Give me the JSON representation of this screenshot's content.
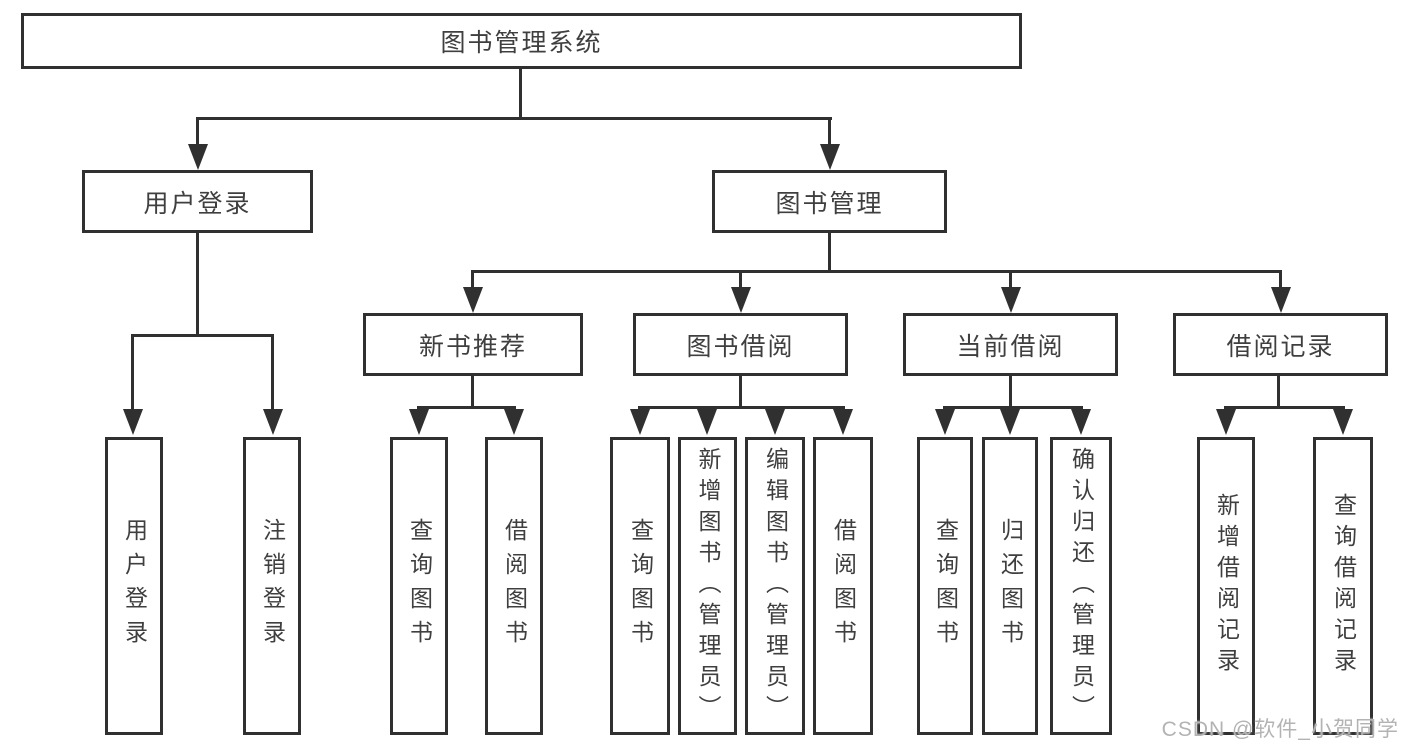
{
  "tree": {
    "root": {
      "label": "图书管理系统"
    },
    "children": [
      {
        "label": "用户登录",
        "children": [
          {
            "label": "用户登录"
          },
          {
            "label": "注销登录"
          }
        ]
      },
      {
        "label": "图书管理",
        "children": [
          {
            "label": "新书推荐",
            "children": [
              {
                "label": "查询图书"
              },
              {
                "label": "借阅图书"
              }
            ]
          },
          {
            "label": "图书借阅",
            "children": [
              {
                "label": "查询图书"
              },
              {
                "label": "新增图书（管理员）"
              },
              {
                "label": "编辑图书（管理员）"
              },
              {
                "label": "借阅图书"
              }
            ]
          },
          {
            "label": "当前借阅",
            "children": [
              {
                "label": "查询图书"
              },
              {
                "label": "归还图书"
              },
              {
                "label": "确认归还（管理员）"
              }
            ]
          },
          {
            "label": "借阅记录",
            "children": [
              {
                "label": "新增借阅记录"
              },
              {
                "label": "查询借阅记录"
              }
            ]
          }
        ]
      }
    ]
  },
  "watermark": "CSDN @软件_小贺同学",
  "colors": {
    "line": "#303030",
    "text": "#3f3f3f",
    "background": "#ffffff",
    "watermark": "#b3b3b3"
  }
}
